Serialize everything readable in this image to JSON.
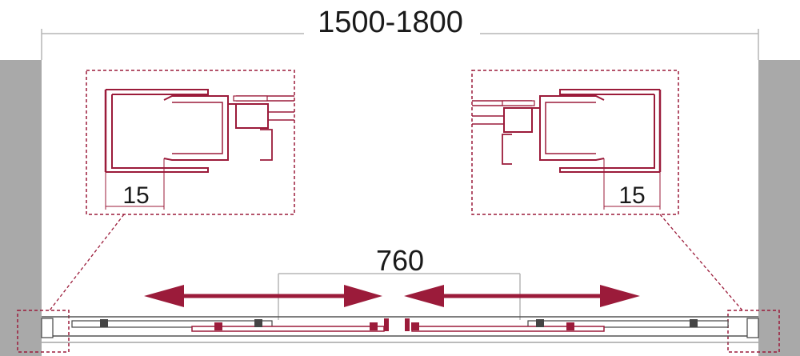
{
  "dimensions": {
    "total_width": "1500-1800",
    "opening": "760",
    "left_detail_gap": "15",
    "right_detail_gap": "15"
  },
  "colors": {
    "wall": "#a9a9a9",
    "profile": "#9b1b3a",
    "arrow": "#9b1b3a",
    "dimension_line": "#b5b5b5",
    "text": "#1a1a1a",
    "detail_frame": "#9b1b3a"
  }
}
